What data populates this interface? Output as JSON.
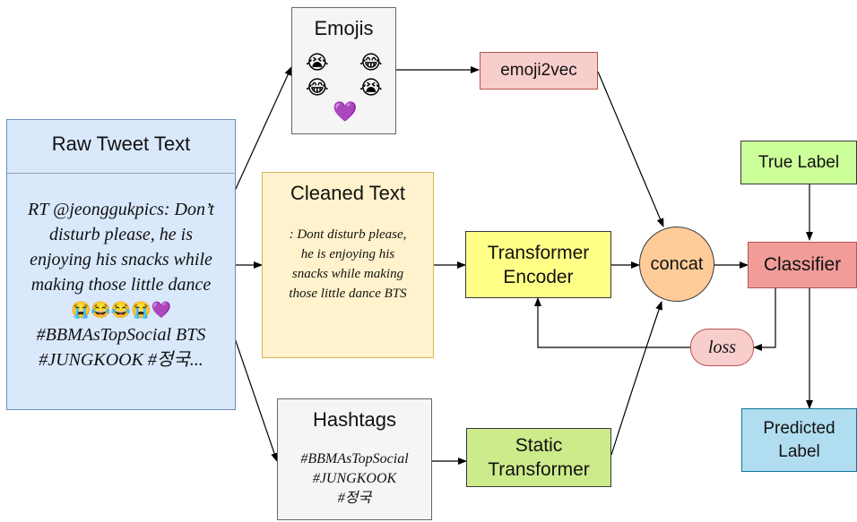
{
  "raw_tweet": {
    "title": "Raw Tweet Text",
    "line1": "RT @jeonggukpics: Don’t",
    "line2": "disturb please, he is",
    "line3": "enjoying his snacks while",
    "line4": "making those little dance",
    "emojis": "😭😂😂😭💜",
    "line6": "#BBMAsTopSocial BTS",
    "line7": "#JUNGKOOK #정국..."
  },
  "emojis_box": {
    "title": "Emojis",
    "e1": "😭",
    "e2": "😂",
    "e3": "😂",
    "e4": "😭",
    "e5": "💜"
  },
  "cleaned_text": {
    "title": "Cleaned Text",
    "line1": ": Dont disturb please,",
    "line2": "he is enjoying his",
    "line3": "snacks while making",
    "line4": "those little dance BTS"
  },
  "hashtags_box": {
    "title": "Hashtags",
    "tag1": "#BBMAsTopSocial",
    "tag2": "#JUNGKOOK",
    "tag3": "#정국"
  },
  "nodes": {
    "emoji2vec": "emoji2vec",
    "transformer_encoder_1": "Transformer",
    "transformer_encoder_2": "Encoder",
    "static_transformer_1": "Static",
    "static_transformer_2": "Transformer",
    "concat": "concat",
    "classifier": "Classifier",
    "true_label": "True Label",
    "predicted_label_1": "Predicted",
    "predicted_label_2": "Label",
    "loss": "loss"
  },
  "colors": {
    "raw_tweet_fill": "#dae8fc",
    "raw_tweet_stroke": "#6c8ebf",
    "emojis_fill": "#f5f5f5",
    "emojis_stroke": "#666666",
    "cleaned_fill": "#fff2cc",
    "cleaned_stroke": "#d6b656",
    "hashtags_fill": "#f5f5f5",
    "hashtags_stroke": "#666666",
    "emoji2vec_fill": "#f8cecc",
    "emoji2vec_stroke": "#b85450",
    "transformer_fill": "#ffff88",
    "transformer_stroke": "#36393d",
    "static_fill": "#cdeb8b",
    "static_stroke": "#36393d",
    "concat_fill": "#ffcc99",
    "concat_stroke": "#36393d",
    "classifier_fill": "#f19c99",
    "classifier_stroke": "#b85450",
    "true_label_fill": "#ccff99",
    "true_label_stroke": "#36393d",
    "predicted_fill": "#b1ddf0",
    "predicted_stroke": "#10739e",
    "loss_fill": "#f8cecc",
    "loss_stroke": "#b85450"
  }
}
